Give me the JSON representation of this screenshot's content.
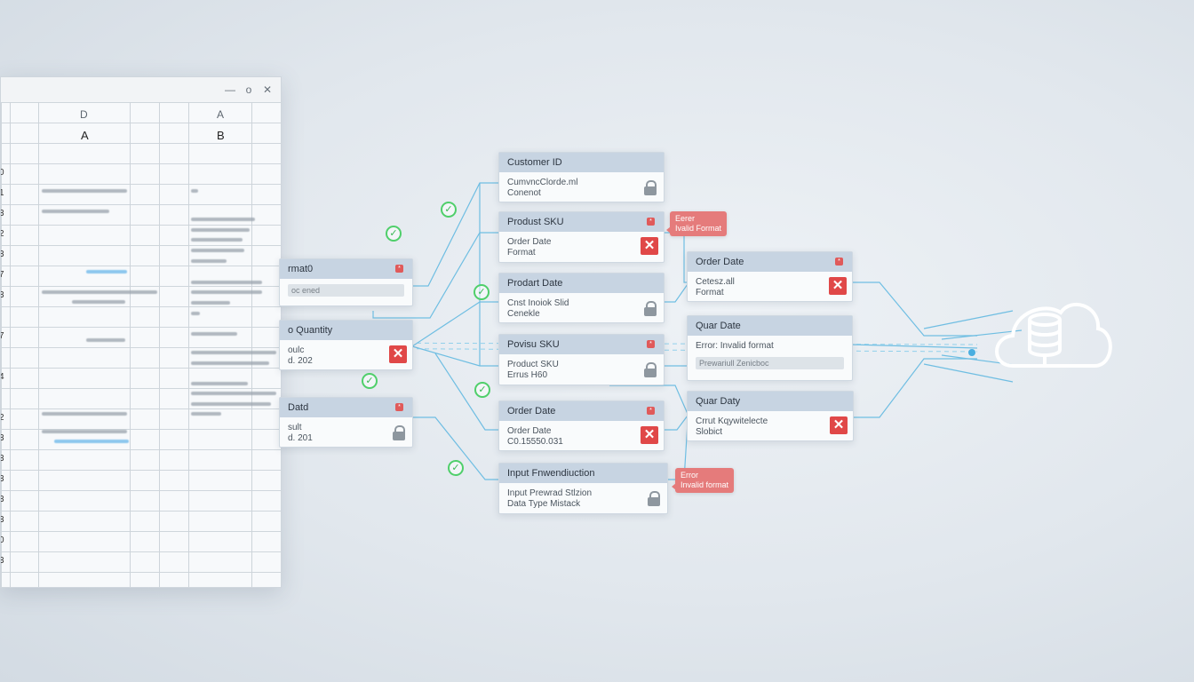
{
  "window": {
    "minimize": "—",
    "maximize": "o",
    "close": "✕"
  },
  "sheet": {
    "top_headers": [
      "D",
      "A"
    ],
    "sub_headers": [
      "A",
      "B"
    ],
    "row_numbers": [
      "0",
      "1",
      "3",
      "2",
      "3",
      "7",
      "3",
      "7",
      "4",
      "2",
      "3",
      "3",
      "3",
      "3",
      "3",
      "0",
      "3"
    ]
  },
  "cards_left": [
    {
      "title": "rmat0",
      "input": "oc ened",
      "status": "dot"
    },
    {
      "title": "o Quantity",
      "line1": "oulc",
      "line2": "d. 202",
      "status": "x"
    },
    {
      "title": "Datd",
      "line1": "sult",
      "line2": "d. 201",
      "status": "lock"
    }
  ],
  "cards_mid": [
    {
      "title": "Customer ID",
      "line1": "CumvncClorde.ml",
      "line2": "Conenot",
      "status": "lock"
    },
    {
      "title": "Produst SKU",
      "line1": "Order Date",
      "line2": "Format",
      "status": "x",
      "dot": true
    },
    {
      "title": "Prodart Date",
      "line1": "Cnst Inoiok Slid",
      "line2": "Cenekle",
      "status": "lock"
    },
    {
      "title": "Povisu SKU",
      "line1": "Product SKU",
      "line2": "Errus H60",
      "status": "lock",
      "dot": true
    },
    {
      "title": "Order Date",
      "line1": "Order Date",
      "line2": "C0.15550.031",
      "status": "x",
      "dot": true
    },
    {
      "title": "Input Fnwendiuction",
      "line1": "Input Prewrad Stlzion",
      "line2": "Data Type Mistack",
      "status": "lock"
    }
  ],
  "cards_right": [
    {
      "title": "Order Date",
      "line1": "Cetesz.all",
      "line2": "Format",
      "status": "x",
      "dot": true
    },
    {
      "title": "Quar Date",
      "line1": "Error: Invalid format",
      "input": "Prewariull Zenicboc",
      "status": "none"
    },
    {
      "title": "Quar Daty",
      "line1": "Crrut Kqywitelecte",
      "line2": "Slobict",
      "status": "x"
    }
  ],
  "errors": [
    {
      "line1": "Eerer",
      "line2": "Ivalid Format"
    },
    {
      "line1": "Error",
      "line2": "Invalid format"
    }
  ],
  "check_glyph": "✓",
  "x_glyph": "✕",
  "dot_glyph": "*",
  "colors": {
    "accent_line": "#5bb6e0",
    "error": "#e04848",
    "check": "#4fcf6a",
    "header": "#c7d4e2"
  },
  "icons": {
    "destination": "cloud-database-icon"
  }
}
